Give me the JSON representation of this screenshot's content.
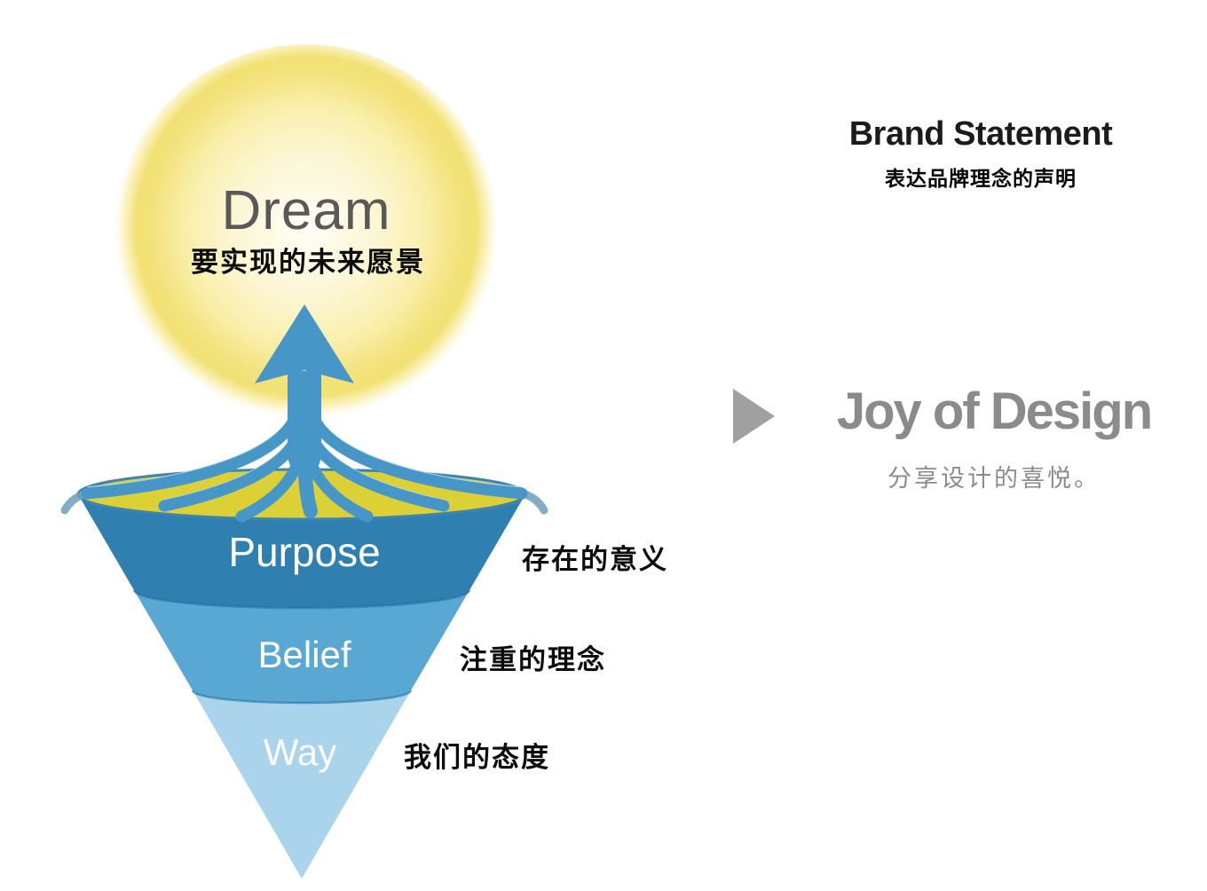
{
  "diagram": {
    "dream": {
      "label": "Dream",
      "sublabel": "要实现的未来愿景"
    },
    "funnel": [
      {
        "label": "Purpose",
        "annotation": "存在的意义"
      },
      {
        "label": "Belief",
        "annotation": "注重的理念"
      },
      {
        "label": "Way",
        "annotation": "我们的态度"
      }
    ]
  },
  "statement": {
    "title": "Brand Statement",
    "subtitle": "表达品牌理念的声明",
    "slogan": "Joy of Design",
    "slogan_sub": "分享设计的喜悦。"
  },
  "icons": {
    "pointer": "right-triangle",
    "arrow": "up-arrow"
  },
  "colors": {
    "sun": "#f2e173",
    "funnel_top": "#dbd035",
    "purpose": "#2f80b0",
    "belief": "#58a8d3",
    "way": "#a9d4ec",
    "arrow": "#4697c8",
    "dream_gray": "#5a5858",
    "text_dark": "#1b1b1b",
    "slogan_gray": "#8b8b8b",
    "triangle_gray": "#a0a0a0"
  }
}
